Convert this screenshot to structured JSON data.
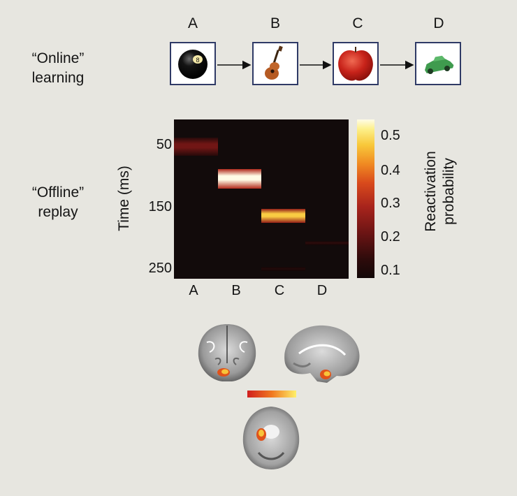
{
  "online_label": "“Online”\nlearning",
  "offline_label": "“Offline”\nreplay",
  "sequence": {
    "items": [
      {
        "letter": "A",
        "image": "eight-ball-image"
      },
      {
        "letter": "B",
        "image": "guitar-image"
      },
      {
        "letter": "C",
        "image": "apple-image"
      },
      {
        "letter": "D",
        "image": "toy-car-image"
      }
    ]
  },
  "chart_data": {
    "type": "heatmap",
    "ylabel": "Time (ms)",
    "yticks": [
      "50",
      "150",
      "250"
    ],
    "ytick_values": [
      50,
      150,
      250
    ],
    "ylim": [
      0,
      260
    ],
    "categories": [
      "A",
      "B",
      "C",
      "D"
    ],
    "colorbar_label": "Reactivation probability",
    "colorbar_ticks": [
      "0.5",
      "0.4",
      "0.3",
      "0.2",
      "0.1"
    ],
    "colorbar_values": [
      0.5,
      0.4,
      0.3,
      0.2,
      0.1
    ],
    "colorbar_range": [
      0.08,
      0.55
    ],
    "bands": [
      {
        "category": "A",
        "t_start": 40,
        "t_end": 68,
        "value": 0.22
      },
      {
        "category": "B",
        "t_start": 89,
        "t_end": 119,
        "value": 0.55
      },
      {
        "category": "C",
        "t_start": 150,
        "t_end": 172,
        "value": 0.48
      },
      {
        "category": "D",
        "t_start": 200,
        "t_end": 206,
        "value": 0.13
      },
      {
        "category": "C",
        "t_start": 240,
        "t_end": 246,
        "value": 0.11
      }
    ]
  },
  "brain": {
    "colorbar_gradient": [
      "#d01e1e",
      "#fff06a"
    ]
  }
}
